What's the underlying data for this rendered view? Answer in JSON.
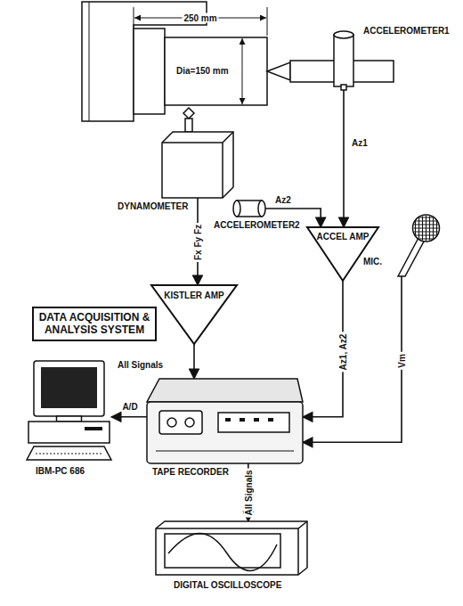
{
  "diagram": {
    "title": "DATA ACQUISITION & ANALYSIS SYSTEM",
    "nodes": [
      {
        "text": [
          "ACCELEROMETER1"
        ]
      },
      {
        "text": [
          "DYNAMOMETER"
        ]
      },
      {
        "text": [
          "ACCELEROMETER2"
        ]
      },
      {
        "text": [
          "ACCEL AMP"
        ]
      },
      {
        "text": [
          "KISTLER AMP"
        ]
      },
      {
        "text": [
          "MIC."
        ]
      },
      {
        "text": [
          "TAPE RECORDER"
        ]
      },
      {
        "text": [
          "IBM-PC 686"
        ]
      },
      {
        "text": [
          "DIGITAL OSCILLOSCOPE"
        ]
      }
    ],
    "edges": [
      {
        "from": 0,
        "to": 3,
        "label": "Az1",
        "arrow": "to"
      },
      {
        "from": 2,
        "to": 3,
        "label": "Az2",
        "arrow": "to"
      },
      {
        "from": 1,
        "to": 4,
        "label": "Fx Fy Fz",
        "arrow": "to"
      },
      {
        "from": 4,
        "to": 6,
        "arrow": "to"
      },
      {
        "from": 3,
        "to": 6,
        "label": "Az1, Az2",
        "arrow": "to"
      },
      {
        "from": 5,
        "to": 6,
        "label": "Vm",
        "arrow": "to"
      },
      {
        "from": 6,
        "to": 7,
        "label": "A/D",
        "arrow": "to"
      },
      {
        "from": 6,
        "to": 8,
        "label": "All Signals",
        "arrow": "to"
      }
    ],
    "labels": [
      "250 mm",
      "Dia=150 mm",
      "All Signals"
    ]
  }
}
